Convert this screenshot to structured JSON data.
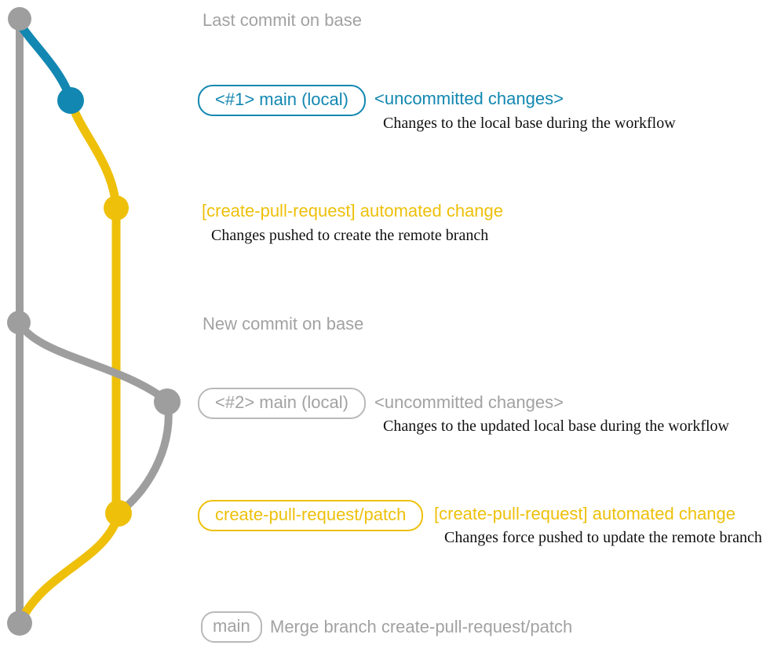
{
  "colors": {
    "gray": "#9e9e9e",
    "blue": "#1287b1",
    "yellow": "#eec00a",
    "description_text": "#111111",
    "background": "#ffffff"
  },
  "graph": {
    "branches": [
      {
        "id": "base",
        "color": "#9e9e9e"
      },
      {
        "id": "main-local",
        "color": "#1287b1"
      },
      {
        "id": "create-pull-request-patch",
        "color": "#eec00a"
      }
    ],
    "commits": [
      {
        "id": "last-commit-on-base",
        "color": "#9e9e9e"
      },
      {
        "id": "main-local-1",
        "color": "#1287b1"
      },
      {
        "id": "automated-change-1",
        "color": "#eec00a"
      },
      {
        "id": "new-commit-on-base",
        "color": "#9e9e9e"
      },
      {
        "id": "main-local-2",
        "color": "#9e9e9e"
      },
      {
        "id": "automated-change-2",
        "color": "#eec00a"
      },
      {
        "id": "merge-commit",
        "color": "#9e9e9e"
      }
    ]
  },
  "rows": {
    "last_commit_label": "Last commit on base",
    "row1": {
      "badge": "<#1> main (local)",
      "heading": "<uncommitted changes>",
      "description": "Changes to the local base during the workflow"
    },
    "row2": {
      "heading": "[create-pull-request] automated change",
      "description": "Changes pushed to create the remote branch"
    },
    "new_commit_label": "New commit on base",
    "row3": {
      "badge": "<#2> main (local)",
      "heading": "<uncommitted changes>",
      "description": "Changes to the updated local base during the workflow"
    },
    "row4": {
      "badge": "create-pull-request/patch",
      "heading": "[create-pull-request] automated change",
      "description": "Changes force pushed to update the remote branch"
    },
    "row5": {
      "badge": "main",
      "heading": "Merge branch create-pull-request/patch"
    }
  }
}
